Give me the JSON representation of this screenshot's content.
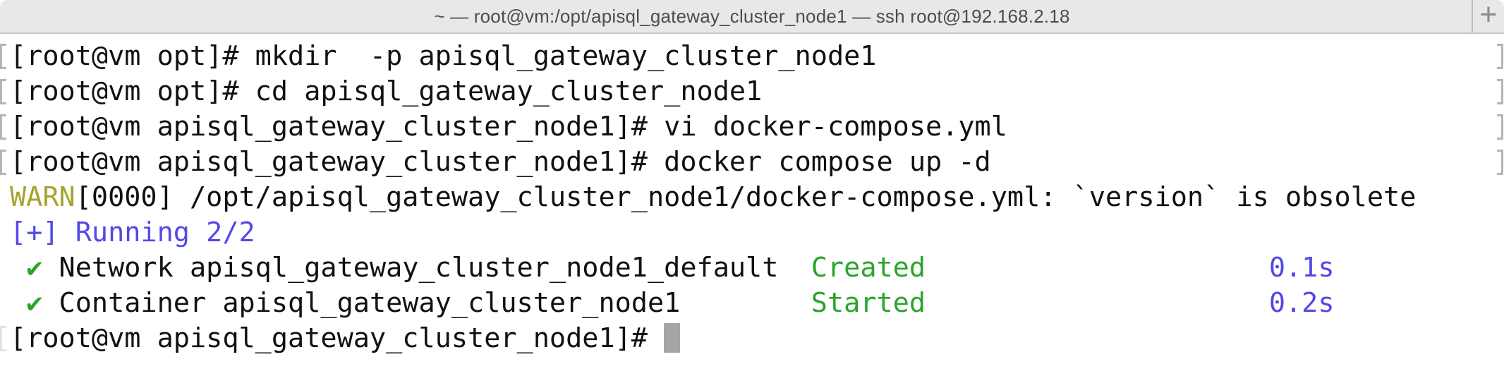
{
  "window": {
    "title": "~ — root@vm:/opt/apisql_gateway_cluster_node1 — ssh root@192.168.2.18",
    "new_tab_label": "+"
  },
  "colors": {
    "fg": "#111111",
    "yellow": "#a6a42f",
    "blue": "#5349e8",
    "green": "#2aa52a",
    "cursor": "#a5a5a5",
    "mark": "#b5b5b5",
    "title_bg": "#e9e8e7",
    "title_text": "#4d4d4d",
    "terminal_bg": "#ffffff"
  },
  "terminal": {
    "lines": [
      {
        "mark": "strong",
        "segments": [
          {
            "color": "fg",
            "text": "[root@vm opt]# mkdir  -p apisql_gateway_cluster_node1"
          }
        ]
      },
      {
        "mark": "strong",
        "segments": [
          {
            "color": "fg",
            "text": "[root@vm opt]# cd apisql_gateway_cluster_node1"
          }
        ]
      },
      {
        "mark": "strong",
        "segments": [
          {
            "color": "fg",
            "text": "[root@vm apisql_gateway_cluster_node1]# vi docker-compose.yml"
          }
        ]
      },
      {
        "mark": "strong",
        "segments": [
          {
            "color": "fg",
            "text": "[root@vm apisql_gateway_cluster_node1]# docker compose up -d"
          }
        ]
      },
      {
        "mark": "none",
        "segments": [
          {
            "color": "yellow",
            "text": "WARN"
          },
          {
            "color": "fg",
            "text": "[0000] /opt/apisql_gateway_cluster_node1/docker-compose.yml: `version` is obsolete"
          }
        ]
      },
      {
        "mark": "none",
        "segments": [
          {
            "color": "blue",
            "text": "[+] Running 2/2"
          }
        ]
      },
      {
        "mark": "none",
        "segments": [
          {
            "color": "fg",
            "text": " "
          },
          {
            "color": "green",
            "text": "✔"
          },
          {
            "color": "fg",
            "text": " Network apisql_gateway_cluster_node1_default  "
          },
          {
            "color": "green",
            "text": "Created"
          },
          {
            "color": "fg",
            "text": "                     "
          },
          {
            "color": "blue",
            "text": "0.1s"
          }
        ]
      },
      {
        "mark": "none",
        "segments": [
          {
            "color": "fg",
            "text": " "
          },
          {
            "color": "green",
            "text": "✔"
          },
          {
            "color": "fg",
            "text": " Container apisql_gateway_cluster_node1        "
          },
          {
            "color": "green",
            "text": "Started"
          },
          {
            "color": "fg",
            "text": "                     "
          },
          {
            "color": "blue",
            "text": "0.2s"
          }
        ]
      },
      {
        "mark": "faint",
        "cursor": true,
        "segments": [
          {
            "color": "fg",
            "text": "[root@vm apisql_gateway_cluster_node1]# "
          }
        ]
      }
    ]
  }
}
